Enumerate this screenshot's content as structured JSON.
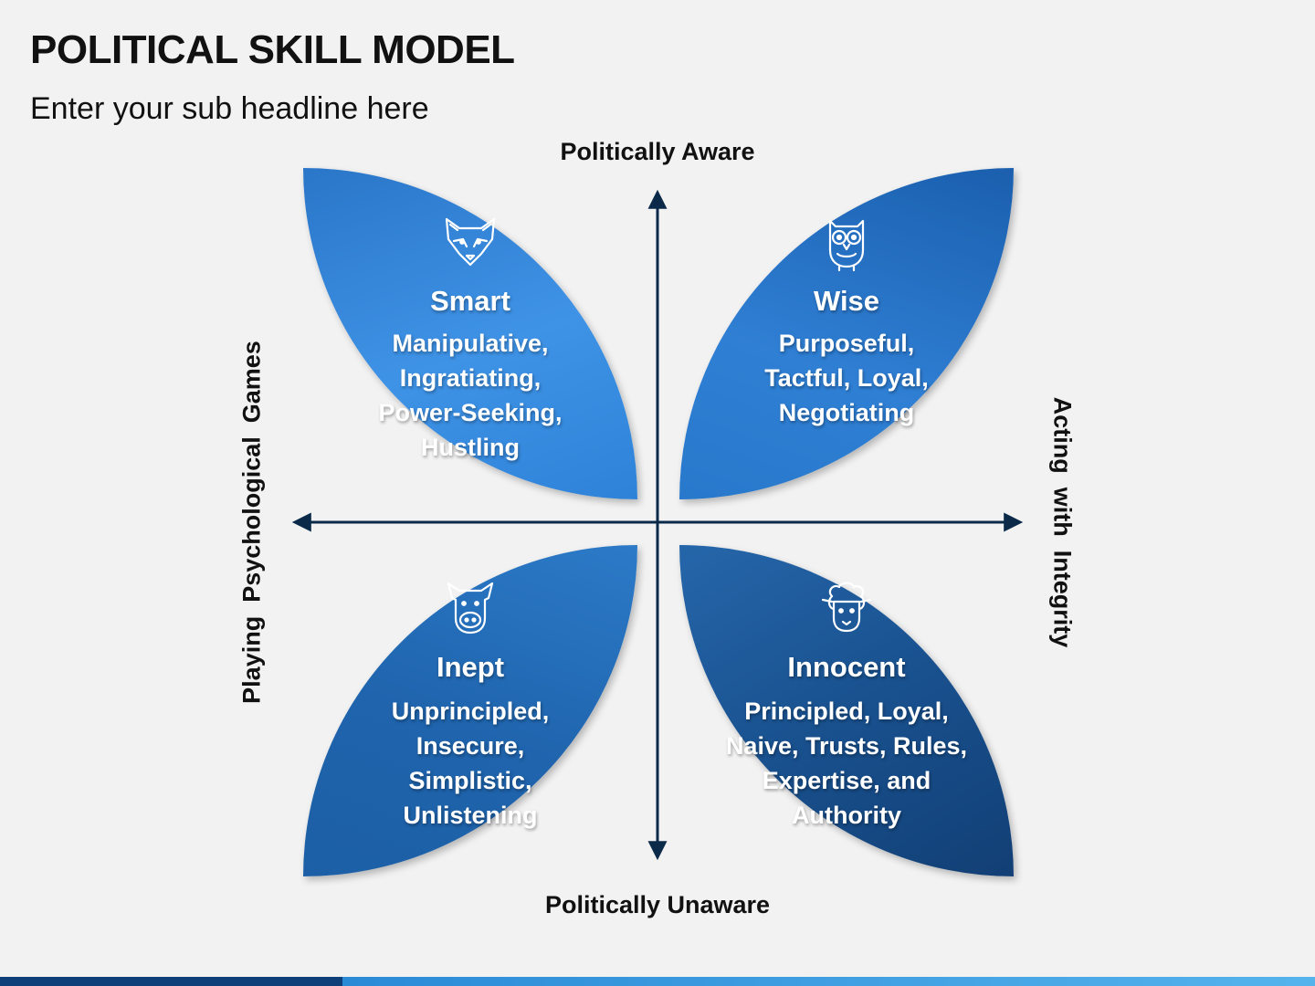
{
  "title": "POLITICAL SKILL MODEL",
  "subtitle": "Enter your sub headline here",
  "axes": {
    "top": "Politically Aware",
    "bottom": "Politically Unaware",
    "left": "Playing  Psychological  Games",
    "right": "Acting  with  Integrity"
  },
  "quadrants": {
    "smart": {
      "title": "Smart",
      "text": "Manipulative, Ingratiating, Power-Seeking, Hustling",
      "icon": "fox-icon"
    },
    "wise": {
      "title": "Wise",
      "text": "Purposeful, Tactful, Loyal, Negotiating",
      "icon": "owl-icon"
    },
    "inept": {
      "title": "Inept",
      "text": "Unprincipled, Insecure, Simplistic, Unlistening",
      "icon": "donkey-icon"
    },
    "innocent": {
      "title": "Innocent",
      "text": "Principled, Loyal, Naive, Trusts, Rules, Expertise, and Authority",
      "icon": "sheep-icon"
    }
  },
  "colors": {
    "background": "#f2f2f2",
    "accent_dark": "#0f3f78",
    "accent_light": "#3f93e6",
    "axis": "#0b2a4a"
  }
}
